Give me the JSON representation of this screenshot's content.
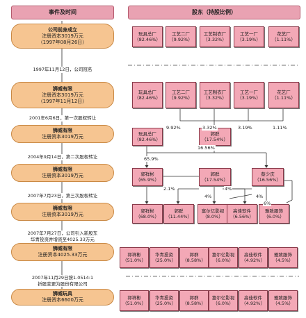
{
  "headers": {
    "left": "事件及时间",
    "right": "股东（持股比例）"
  },
  "timeline": {
    "stages": [
      {
        "lines": [
          "公司前身成立",
          "注册资本3019万元",
          "（1997年08月26日）"
        ]
      },
      {
        "lines": [
          "狮威有限",
          "注册资本3019万元",
          "（1997年11月12日）"
        ]
      },
      {
        "lines": [
          "狮威有限",
          "注册资本3019万元"
        ]
      },
      {
        "lines": [
          "狮威有限",
          "注册资本3019万元"
        ]
      },
      {
        "lines": [
          "狮威有限",
          "注册资本4025.33万元"
        ]
      },
      {
        "lines": [
          "狮威玩具",
          "注册资本6600万元"
        ]
      }
    ],
    "events": [
      {
        "lines": [
          "1997年11月12日，公司冠名"
        ]
      },
      {
        "lines": [
          "2001年6月6日，第一次股权转让"
        ]
      },
      {
        "lines": [
          "2004年9月14日，第二次股权转让"
        ]
      },
      {
        "lines": [
          "2007年7月23日，第三次股权转让"
        ]
      },
      {
        "lines": [
          "2007年7月27日，公司引入新股东",
          "华青投资并增资至4025.33万元"
        ]
      },
      {
        "lines": [
          "2007年11月29日按1.0514:1",
          "折股变更为股份有限公司"
        ]
      }
    ]
  },
  "row1": [
    {
      "name": "玩具总厂",
      "pct": "（82.46%）"
    },
    {
      "name": "工艺二厂",
      "pct": "（9.92%）"
    },
    {
      "name": "工艺制衣厂",
      "pct": "（3.32%）"
    },
    {
      "name": "工艺一厂",
      "pct": "（3.19%）"
    },
    {
      "name": "花艺厂",
      "pct": "（1.11%）"
    }
  ],
  "row2": [
    {
      "name": "玩具总厂",
      "pct": "（82.46%）"
    },
    {
      "name": "工艺二厂",
      "pct": "（9.92%）"
    },
    {
      "name": "工艺制衣厂",
      "pct": "（3.32%）"
    },
    {
      "name": "工艺一厂",
      "pct": "（3.19%）"
    },
    {
      "name": "花艺厂",
      "pct": "（1.11%）"
    }
  ],
  "row2_pcts": [
    "9.92%",
    "3.32%",
    "3.19%",
    "1.11%"
  ],
  "row3": [
    {
      "name": "玩具总厂",
      "pct": "（82.46%）"
    },
    {
      "name": "郭群",
      "pct": "（17.54%）"
    }
  ],
  "row3_pcts": {
    "to_guo_xiangbin": "65.9%",
    "to_cai": "16.56%"
  },
  "row4": [
    {
      "name": "郭祥彬",
      "pct": "（65.9%）"
    },
    {
      "name": "郭群",
      "pct": "（17.54%）"
    },
    {
      "name": "蔡少庆",
      "pct": "（16.56%）"
    }
  ],
  "row4_pcts": {
    "p21": "2.1%",
    "p4a": "4%",
    "p4b": "4%",
    "p4c": "4%",
    "p6": "6%"
  },
  "row5": [
    {
      "name": "郭祥彬",
      "pct": "（68.0%）"
    },
    {
      "name": "郭群",
      "pct": "（11.44%）"
    },
    {
      "name": "富尔亿影视",
      "pct": "（8.0%）"
    },
    {
      "name": "高佳软件",
      "pct": "（6.56%）"
    },
    {
      "name": "雅致服饰",
      "pct": "（6.0%）"
    }
  ],
  "row6": [
    {
      "name": "郭祥彬",
      "pct": "（51.0%）"
    },
    {
      "name": "华青投资",
      "pct": "（25.0%）"
    },
    {
      "name": "郭群",
      "pct": "（8.58%）"
    },
    {
      "name": "富尔亿影视",
      "pct": "（6.0%）"
    },
    {
      "name": "高佳软件",
      "pct": "（4.92%）"
    },
    {
      "name": "雅致服饰",
      "pct": "（4.5%）"
    }
  ],
  "row7": [
    {
      "name": "郭祥彬",
      "pct": "（51.0%）"
    },
    {
      "name": "华青投资",
      "pct": "（25.0%）"
    },
    {
      "name": "郭群",
      "pct": "（8.58%）"
    },
    {
      "name": "富尔亿影视",
      "pct": "（6.0%）"
    },
    {
      "name": "高佳软件",
      "pct": "（4.92%）"
    },
    {
      "name": "雅致服饰",
      "pct": "（4.5%）"
    }
  ]
}
